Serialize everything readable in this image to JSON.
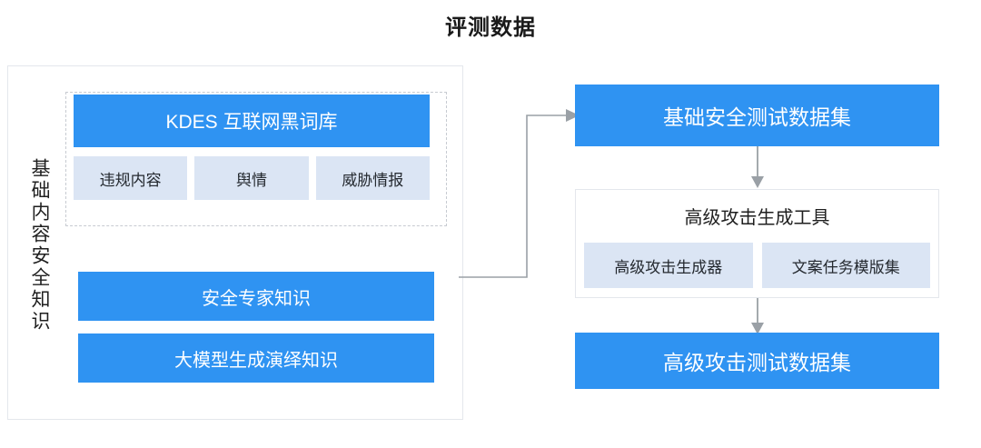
{
  "page": {
    "title": "评测数据",
    "colors": {
      "accent_blue": "#2f93f2",
      "light_blue": "#dbe5f4",
      "panel_border": "#e4e7ec",
      "dashed_border": "#c7cbd1",
      "arrow_gray": "#9aa0a6",
      "text_dark": "#1f1f1f",
      "text_on_blue": "#ffffff"
    }
  },
  "left_panel": {
    "vertical_label": "基础内容安全知识",
    "dashed_group": {
      "main_box": "KDES 互联网黑词库",
      "tags": [
        {
          "label": "违规内容"
        },
        {
          "label": "舆情"
        },
        {
          "label": "威胁情报"
        }
      ]
    },
    "boxes": [
      {
        "label": "安全专家知识"
      },
      {
        "label": "大模型生成演绎知识"
      }
    ]
  },
  "right_column": {
    "basic_dataset": "基础安全测试数据集",
    "tool": {
      "title": "高级攻击生成工具",
      "items": [
        {
          "label": "高级攻击生成器"
        },
        {
          "label": "文案任务模版集"
        }
      ]
    },
    "advanced_dataset": "高级攻击测试数据集"
  },
  "connectors": {
    "left_to_basic": "elbow-arrow-right",
    "basic_to_tool": "arrow-down",
    "tool_to_advanced": "arrow-down"
  }
}
